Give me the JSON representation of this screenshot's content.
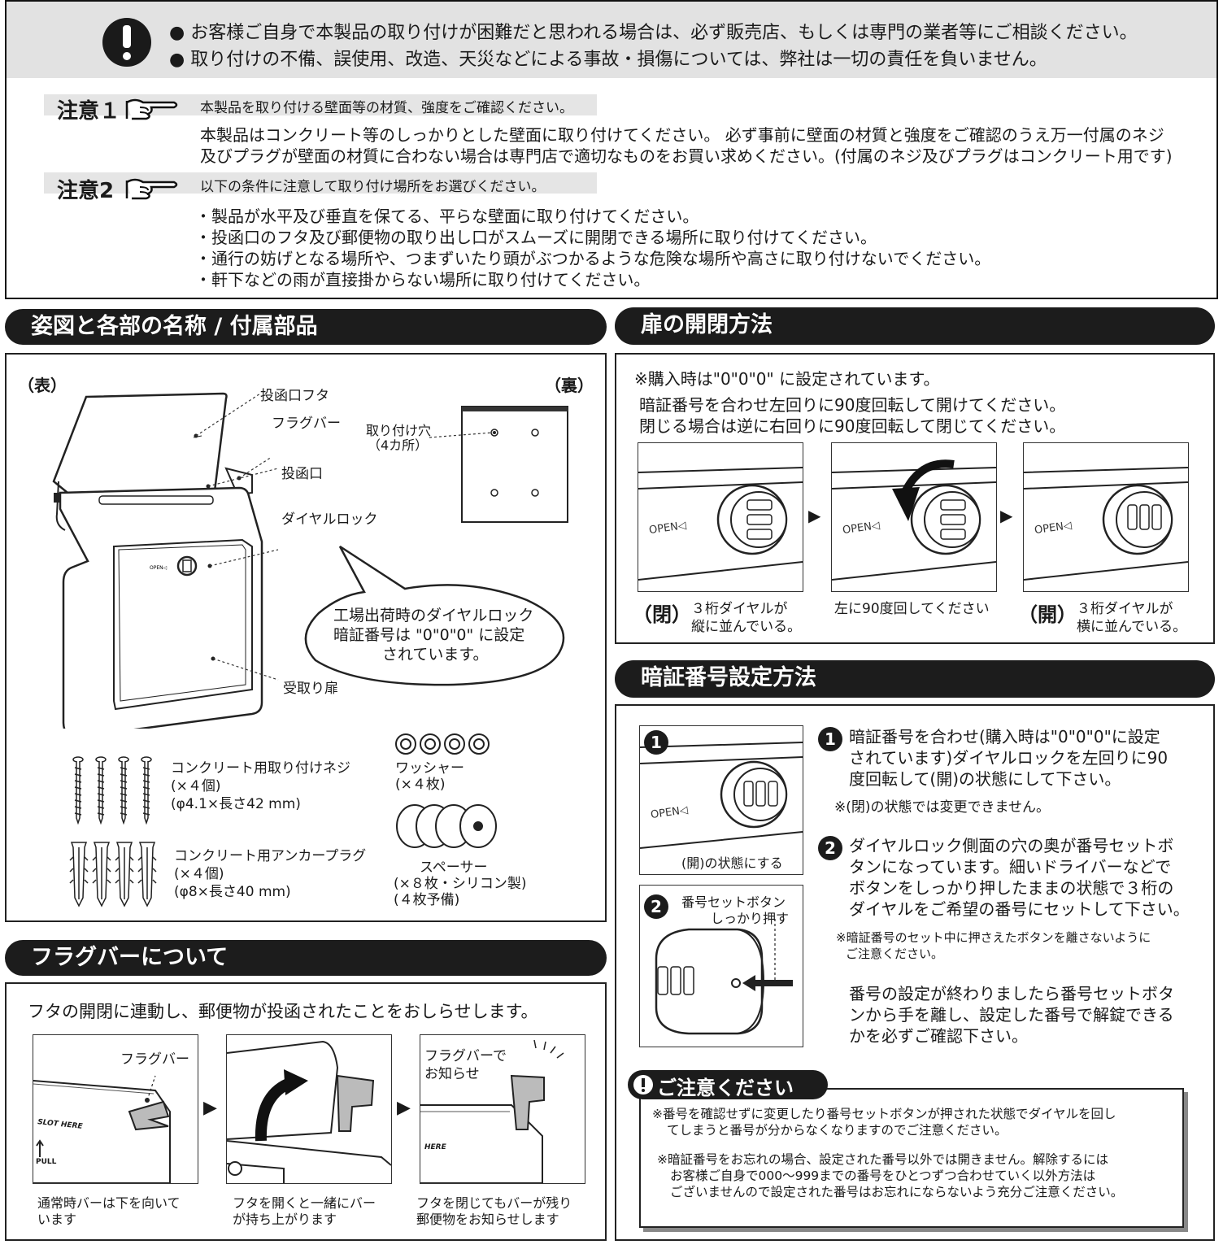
{
  "warning": {
    "line1": "● お客様ご自身で本製品の取り付けが困難だと思われる場合は、必ず販売店、もしくは専門の業者等にご相談ください。",
    "line2": "● 取り付けの不備、誤使用、改造、天災などによる事故・損傷については、弊社は一切の責任を負いません。"
  },
  "caution1": {
    "label": "注意１",
    "heading": "本製品を取り付ける壁面等の材質、強度をご確認ください。",
    "body1": "本製品はコンクリート等のしっかりとした壁面に取り付けてください。 必ず事前に壁面の材質と強度をご確認のうえ万一付属のネジ",
    "body2": "及びプラグが壁面の材質に合わない場合は専門店で適切なものをお買い求めください。(付属のネジ及びプラグはコンクリート用です)"
  },
  "caution2": {
    "label": "注意2",
    "heading": "以下の条件に注意して取り付け場所をお選びください。",
    "items": [
      "・製品が水平及び垂直を保てる、平らな壁面に取り付けてください。",
      "・投函口のフタ及び郵便物の取り出し口がスムーズに開閉できる場所に取り付けてください。",
      "・通行の妨げとなる場所や、つまずいたり頭がぶつかるような危険な場所や高さに取り付けないでください。",
      "・軒下などの雨が直接掛からない場所に取り付けてください。"
    ]
  },
  "parts": {
    "title": "姿図と各部の名称 / 付属部品",
    "front": "（表）",
    "back": "（裏）",
    "lid": "投函口フタ",
    "flagbar": "フラグバー",
    "slot": "投函口",
    "dial": "ダイヤルロック",
    "door": "受取り扉",
    "holes1": "取り付け穴",
    "holes2": "（4カ所）",
    "bubble1": "工場出荷時のダイヤルロック",
    "bubble2": "暗証番号は \"0\"0\"0\" に設定",
    "bubble3": "されています。",
    "screw1": "コンクリート用取り付けネジ",
    "screw2": "(×４個)",
    "screw3": "(φ4.1×長さ42 mm)",
    "plug1": "コンクリート用アンカープラグ",
    "plug2": "(×４個)",
    "plug3": "(φ8×長さ40 mm)",
    "washer1": "ワッシャー",
    "washer2": "(×４枚)",
    "spacer1": "スペーサー",
    "spacer2": "(×８枚・シリコン製)",
    "spacer3": "(４枚予備)"
  },
  "flag": {
    "title": "フラグバーについて",
    "intro": "フタの開閉に連動し、郵便物が投函されたことをおしらせします。",
    "img1_label": "フラグバー",
    "img3_label1": "フラグバーで",
    "img3_label2": "お知らせ",
    "slot_here": "SLOT HERE",
    "here": "HERE",
    "pull": "PULL",
    "cap1a": "通常時バーは下を向いて",
    "cap1b": "います",
    "cap2a": "フタを開くと一緒にバー",
    "cap2b": "が持ち上がります",
    "cap3a": "フタを閉じてもバーが残り",
    "cap3b": "郵便物をお知らせします"
  },
  "door": {
    "title": "扉の開閉方法",
    "note": "※購入時は\"0\"0\"0\" に設定されています。",
    "line1": "暗証番号を合わせ左回りに90度回転して開けてください。",
    "line2": "閉じる場合は逆に右回りに90度回転して閉じてください。",
    "open_text": "OPEN◁",
    "closed_tag": "（閉）",
    "closed_cap1": "３桁ダイヤルが",
    "closed_cap2": "縦に並んでいる。",
    "mid_cap": "左に90度回してください",
    "open_tag": "（開）",
    "open_cap1": "３桁ダイヤルが",
    "open_cap2": "横に並んでいる。"
  },
  "code": {
    "title": "暗証番号設定方法",
    "n1": "1",
    "n2": "2",
    "step1a": "暗証番号を合わせ(購入時は\"0\"0\"0\"に設定",
    "step1b": "されています)ダイヤルロックを左回りに90",
    "step1c": "度回転して(開)の状態にして下さい。",
    "step1note": "※(閉)の状態では変更できません。",
    "img1_cap": "(開)の状態にする",
    "img2_label1": "番号セットボタン",
    "img2_label2": "しっかり押す",
    "step2a": "ダイヤルロック側面の穴の奥が番号セットボ",
    "step2b": "タンになっています。細いドライバーなどで",
    "step2c": "ボタンをしっかり押したままの状態で３桁の",
    "step2d": "ダイヤルをご希望の番号にセットして下さい。",
    "step2note1": "※暗証番号のセット中に押さえたボタンを離さないように",
    "step2note2": "ご注意ください。",
    "final1": "番号の設定が終わりましたら番号セットボタ",
    "final2": "ンから手を離し、設定した番号で解錠できる",
    "final3": "かを必ずご確認下さい。"
  },
  "notice": {
    "title": "ご注意ください",
    "p1a": "※番号を確認せずに変更したり番号セットボタンが押された状態でダイヤルを回し",
    "p1b": "てしまうと番号が分からなくなりますのでご注意ください。",
    "p2a": "※暗証番号をお忘れの場合、設定された番号以外では開きません。解除するには",
    "p2b": "お客様ご自身で000～999までの番号をひとつずつ合わせていく以外方法は",
    "p2c": "ございませんので設定された番号はお忘れにならないよう充分ご注意ください。"
  }
}
